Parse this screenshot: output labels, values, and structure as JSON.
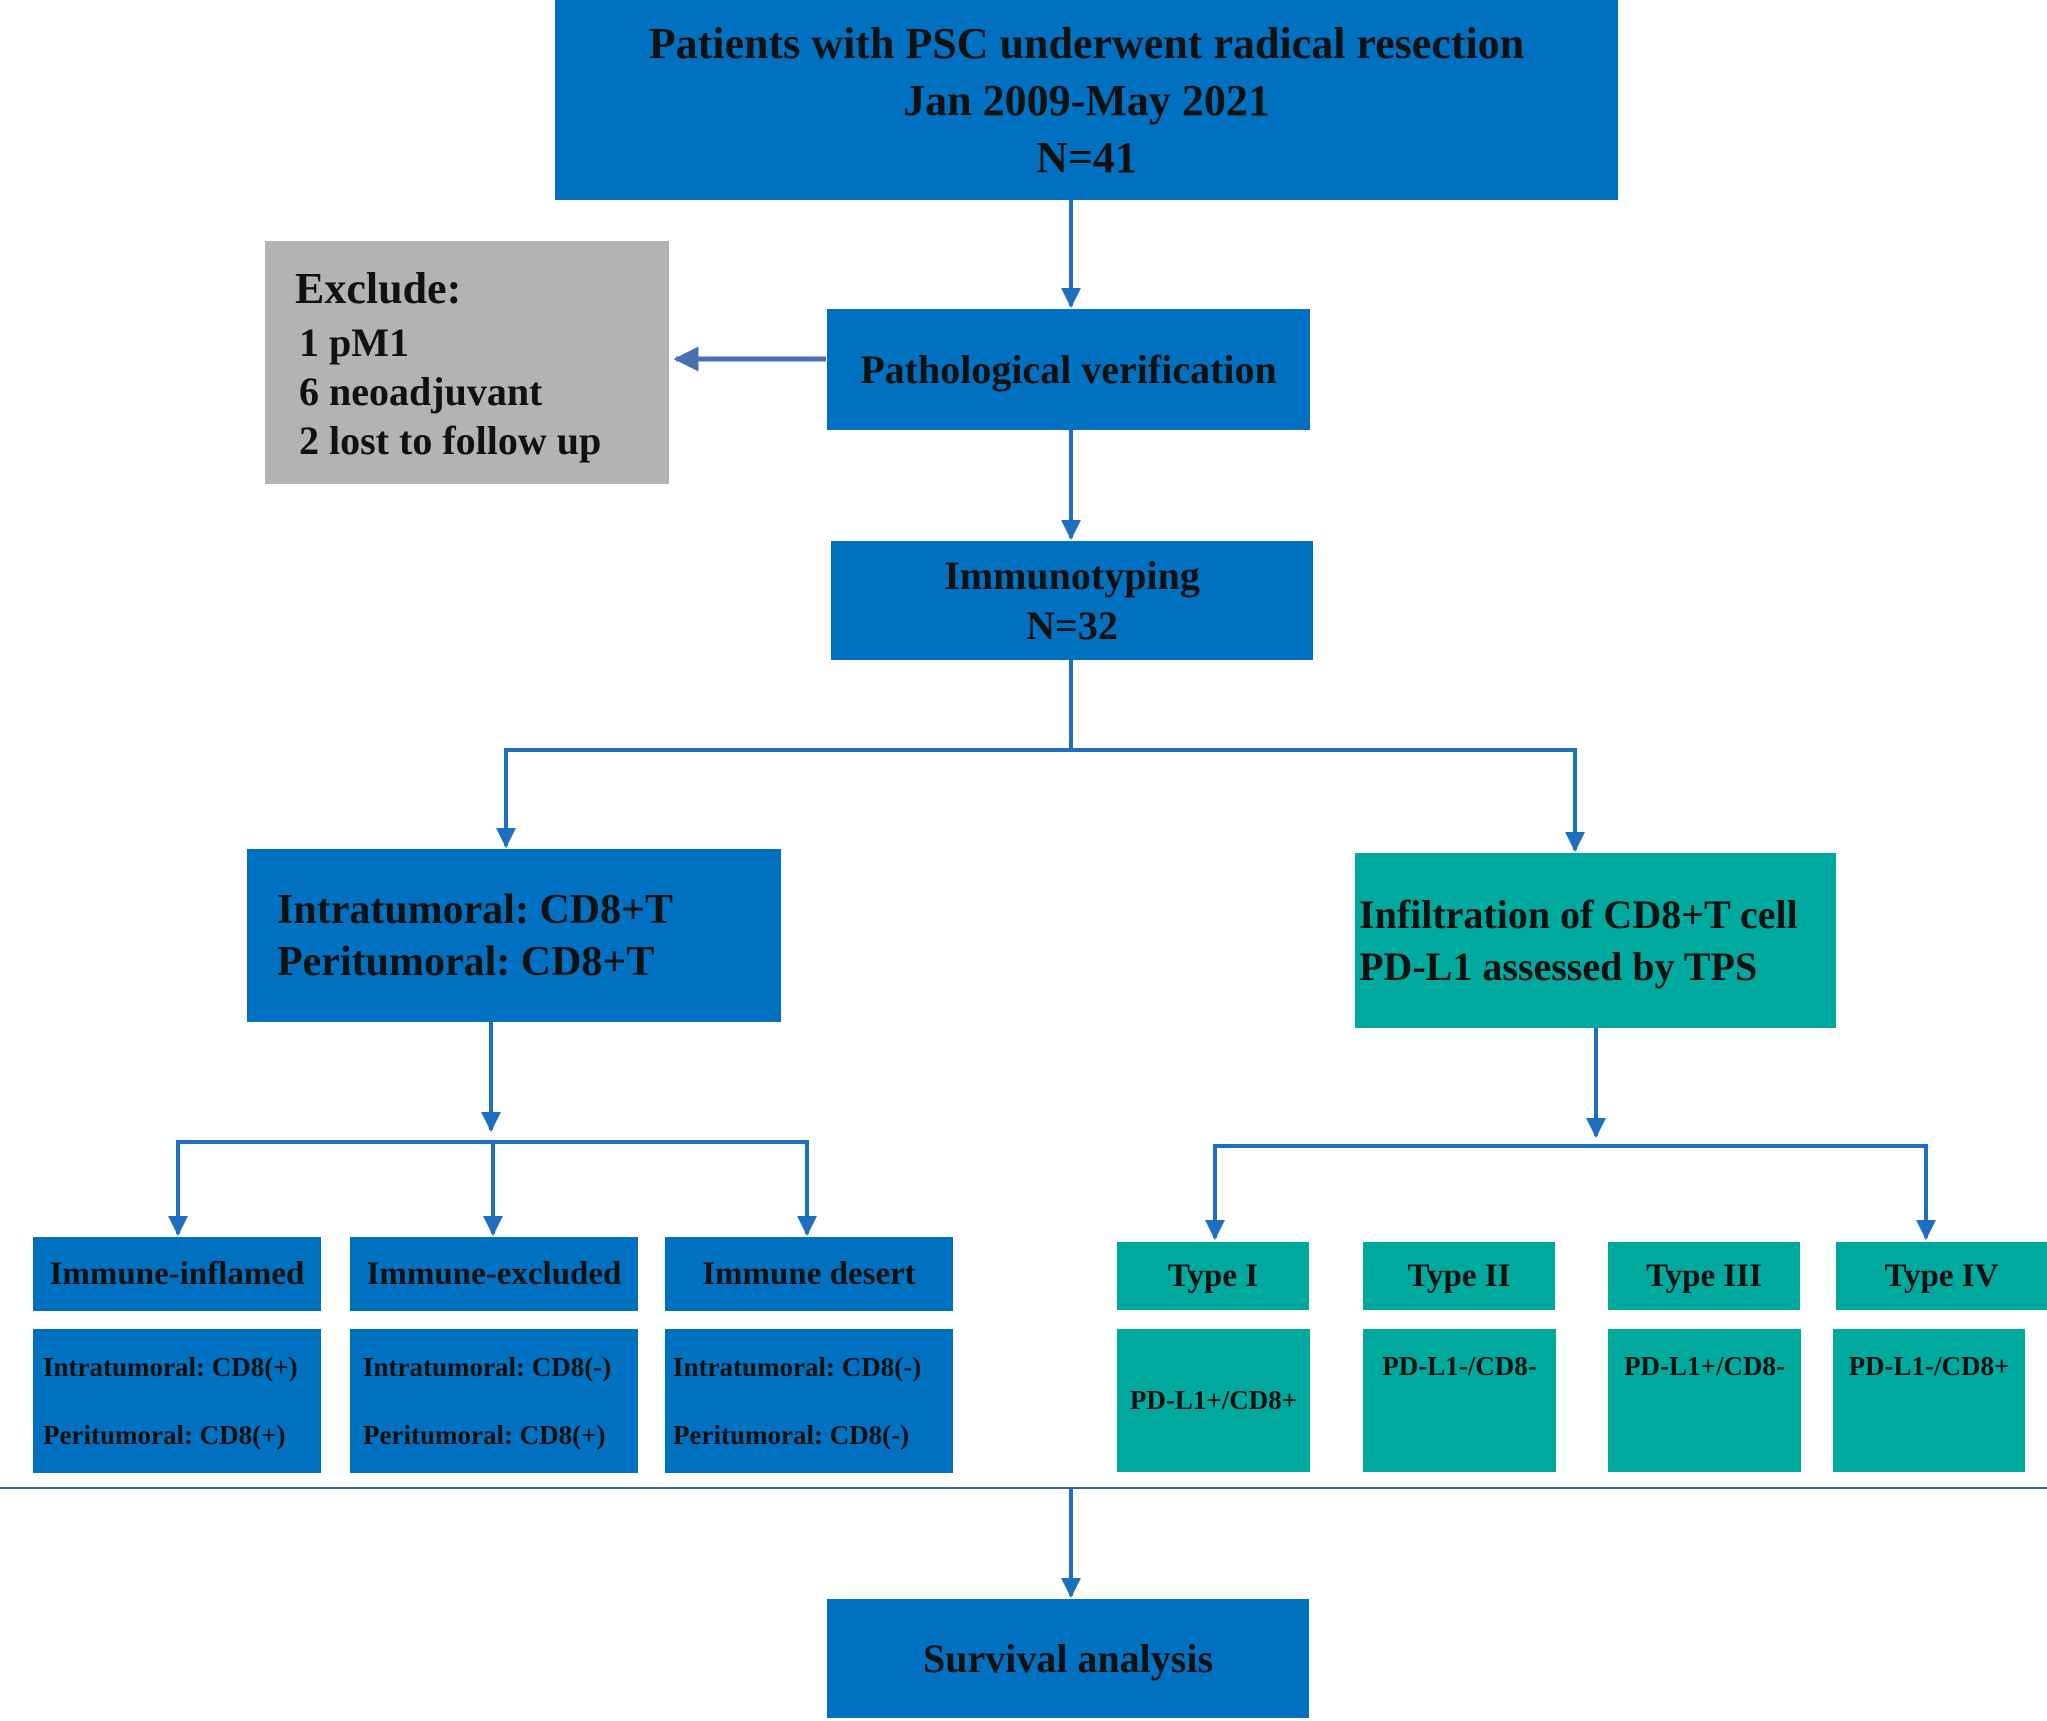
{
  "colors": {
    "blue_box": "#0070c0",
    "teal_box": "#00a99d",
    "gray_box": "#b3b3b3",
    "connector": "#1f6fc0",
    "exclude_arrow": "#4a6fb0",
    "divider": "#3a5aa8"
  },
  "diagram": {
    "top": {
      "lines": [
        "Patients with PSC underwent radical resection",
        "Jan 2009-May 2021",
        "N=41"
      ]
    },
    "exclude": {
      "title": "Exclude:",
      "items": [
        "1 pM1",
        "6 neoadjuvant",
        "2 lost to follow up"
      ]
    },
    "pathology": {
      "label": "Pathological verification"
    },
    "immunotyping": {
      "lines": [
        "Immunotyping",
        "N=32"
      ]
    },
    "left_branch": {
      "lines": [
        "Intratumoral: CD8+T",
        "Peritumoral: CD8+T"
      ]
    },
    "right_branch": {
      "lines": [
        "Infiltration of CD8+T cell",
        "PD-L1 assessed by TPS"
      ]
    },
    "immune_classes": [
      {
        "name": "Immune-inflamed",
        "intratumoral": "Intratumoral: CD8(+)",
        "peritumoral": "Peritumoral: CD8(+)"
      },
      {
        "name": "Immune-excluded",
        "intratumoral": "Intratumoral: CD8(-)",
        "peritumoral": "Peritumoral: CD8(+)"
      },
      {
        "name": "Immune desert",
        "intratumoral": "Intratumoral: CD8(-)",
        "peritumoral": "Peritumoral: CD8(-)"
      }
    ],
    "types": [
      {
        "name": "Type I",
        "value": "PD-L1+/CD8+"
      },
      {
        "name": "Type II",
        "value": "PD-L1-/CD8-"
      },
      {
        "name": "Type III",
        "value": "PD-L1+/CD8-"
      },
      {
        "name": "Type IV",
        "value": "PD-L1-/CD8+"
      }
    ],
    "survival": {
      "label": "Survival analysis"
    }
  }
}
